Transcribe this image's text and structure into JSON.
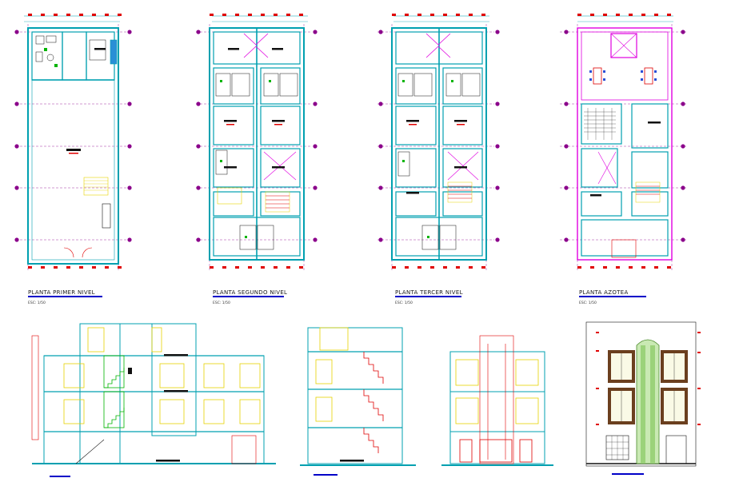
{
  "colors": {
    "background": "#ffffff",
    "wall": "#00a0b0",
    "grid_axis": "#8b008b",
    "dimension": "#e00000",
    "label_underline": "#0000c8",
    "fixture": "#111111",
    "accent_yellow": "#e6d200",
    "accent_green": "#00b400",
    "accent_magenta": "#e000e0",
    "facade_brown": "#6b3f1e",
    "facade_green": "#9bd27a"
  },
  "plans": [
    {
      "title": "PLANTA PRIMER NIVEL",
      "scale": "ESC: 1/50"
    },
    {
      "title": "PLANTA SEGUNDO NIVEL",
      "scale": "ESC: 1/50"
    },
    {
      "title": "PLANTA TERCER NIVEL",
      "scale": "ESC: 1/50"
    },
    {
      "title": "PLANTA AZOTEA",
      "scale": "ESC: 1/50"
    }
  ],
  "sections": [
    {
      "name": "section-longitudinal"
    },
    {
      "name": "section-transversal"
    },
    {
      "name": "elevation-rear"
    },
    {
      "name": "elevation-front"
    }
  ]
}
